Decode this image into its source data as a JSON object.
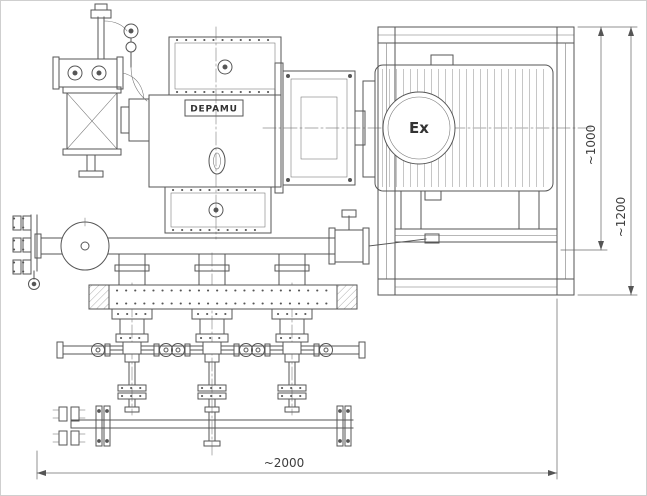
{
  "drawing": {
    "type": "technical-drawing",
    "brand_label": "DEPAMU",
    "motor_marking": "Ex",
    "dimensions": {
      "height_upper": "~1000",
      "height_overall": "~1200",
      "length_overall": "~2000"
    },
    "colors": {
      "line": "#565656",
      "background": "#ffffff",
      "text": "#3d3d3d"
    }
  }
}
